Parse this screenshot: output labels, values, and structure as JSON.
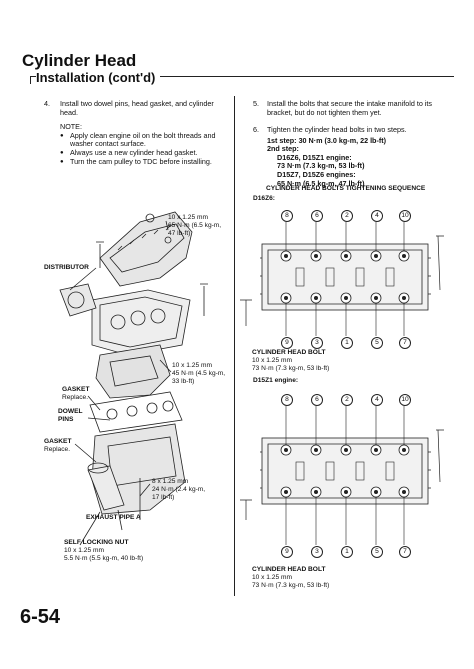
{
  "header": {
    "title": "Cylinder Head",
    "subtitle": "Installation (cont'd)"
  },
  "left": {
    "step4_num": "4.",
    "step4_text": "Install two dowel pins, head gasket, and cylinder head.",
    "note_label": "NOTE:",
    "notes": [
      "Apply clean engine oil on the bolt threads and washer contact surface.",
      "Always use a new cylinder head gasket.",
      "Turn the cam pulley to TDC before installing."
    ],
    "diagram_labels": {
      "spec1_line1": "10 x 1.25 mm",
      "spec1_line2": "65 N·m (6.5 kg-m,",
      "spec1_line3": "47 lb-ft)",
      "distributor": "DISTRIBUTOR",
      "spec2_line1": "10 x 1.25 mm",
      "spec2_line2": "45 N·m (4.5 kg-m,",
      "spec2_line3": "33 lb-ft)",
      "gasket1": "GASKET",
      "gasket1_note": "Replace.",
      "dowel_line1": "DOWEL",
      "dowel_line2": "PINS",
      "gasket2": "GASKET",
      "gasket2_note": "Replace.",
      "spec3_line1": "8 x 1.25 mm",
      "spec3_line2": "24 N·m (2.4 kg-m,",
      "spec3_line3": "17 lb-ft)",
      "exhaust": "EXHAUST PIPE A",
      "nut_line1": "SELF LOCKING NUT",
      "nut_line2": "10 x 1.25 mm",
      "nut_line3": "5.5 N·m (5.5 kg-m, 40 lb-ft)"
    }
  },
  "right": {
    "step5_num": "5.",
    "step5_text": "Install the bolts that secure the intake manifold to its bracket, but do not tighten them yet.",
    "step6_num": "6.",
    "step6_text": "Tighten the cylinder head bolts in two steps.",
    "first_step": "1st step:",
    "first_step_value": "30 N·m (3.0 kg-m, 22 lb-ft)",
    "second_step": "2nd step:",
    "engines_a": "D16Z6, D15Z1 engine:",
    "engines_a_value": "73 N·m (7.3 kg-m, 53 lb-ft)",
    "engines_b": "D15Z7, D15Z6 engines:",
    "engines_b_value": "65 N·m (6.5 kg-m, 47 lb-ft)",
    "sequence_title": "CYLINDER HEAD BOLTS TIGHTENING SEQUENCE",
    "d16z6_label": "D16Z6:",
    "d15z1_label": "D15Z1 engine:",
    "seq_top_1": [
      "8",
      "6",
      "2",
      "4",
      "10"
    ],
    "seq_bottom_1": [
      "9",
      "3",
      "1",
      "5",
      "7"
    ],
    "seq_top_2": [
      "8",
      "6",
      "2",
      "4",
      "10"
    ],
    "seq_bottom_2": [
      "9",
      "3",
      "1",
      "5",
      "7"
    ],
    "bolt1_line1": "CYLINDER HEAD BOLT",
    "bolt1_line2": "10 x 1.25 mm",
    "bolt1_line3": "73 N·m (7.3 kg-m, 53 lb-ft)",
    "bolt2_line1": "CYLINDER HEAD BOLT",
    "bolt2_line2": "10 x 1.25 mm",
    "bolt2_line3": "73 N·m (7.3 kg-m, 53 lb-ft)"
  },
  "footer": {
    "page_number": "6-54"
  }
}
